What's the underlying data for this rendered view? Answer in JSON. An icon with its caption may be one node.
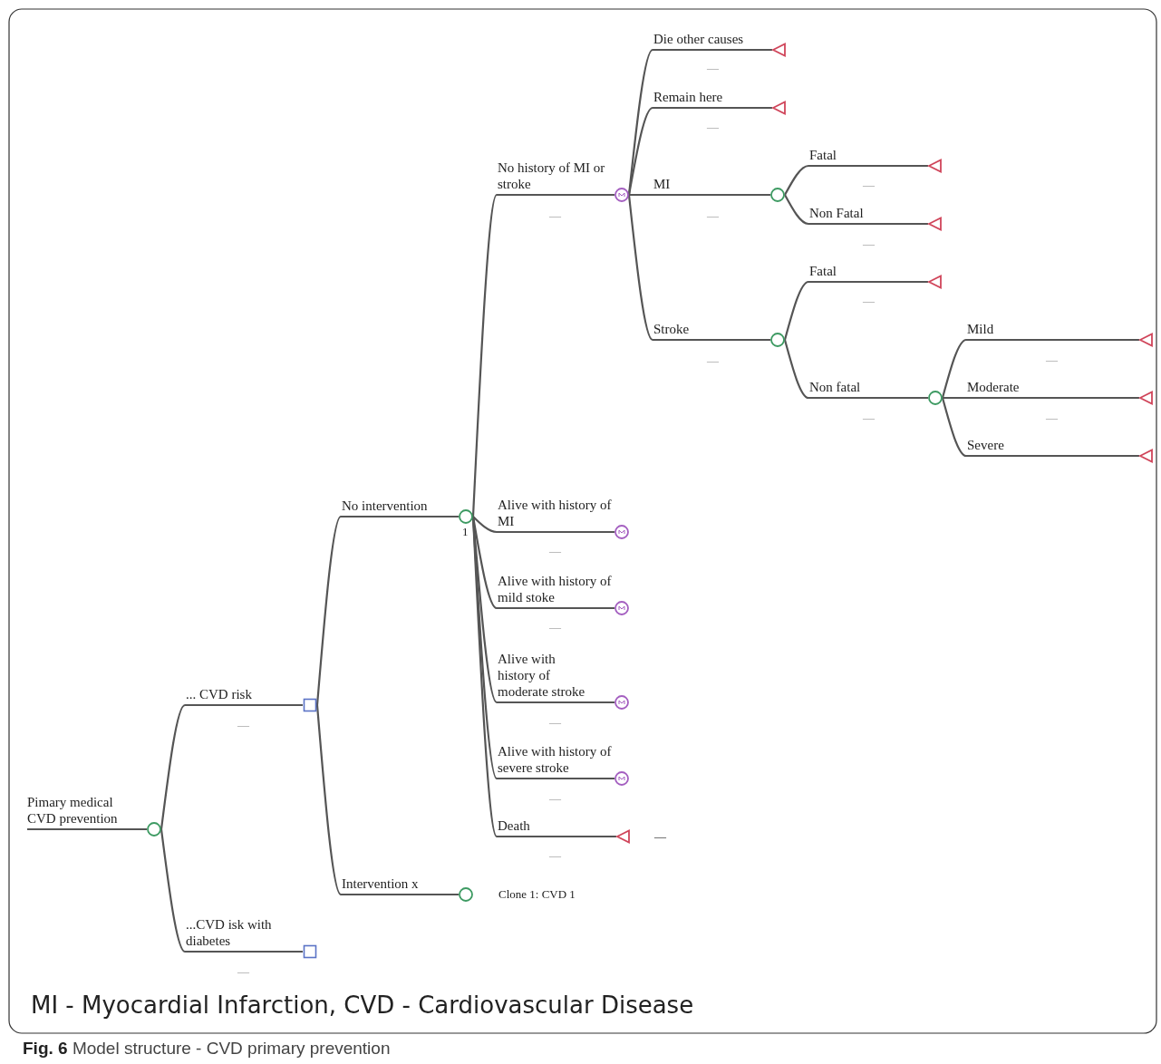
{
  "diagram": {
    "caption": "**Fig. 6** Model structure - CVD primary prevention",
    "nodes": [
      {
        "text": [],
        "shape": "circle"
      },
      {
        "text": [],
        "shape": "box"
      },
      {
        "text": [],
        "shape": "box"
      },
      {
        "text": [],
        "shape": "circle",
        "beside": [
          "1"
        ]
      },
      {
        "text": [],
        "shape": "circle",
        "beside": [
          "Clone 1: CVD 1"
        ]
      },
      {
        "text": [],
        "shape": "circle"
      },
      {
        "text": [],
        "shape": "circle"
      },
      {
        "text": [],
        "shape": "circle"
      },
      {
        "text": [],
        "shape": "circle"
      },
      {
        "text": [],
        "shape": "circle"
      },
      {
        "text": [],
        "shape": "triangle",
        "beside": [
          "—"
        ]
      },
      {
        "text": [],
        "shape": "triangle"
      },
      {
        "text": [],
        "shape": "triangle"
      },
      {
        "text": [],
        "shape": "circle"
      },
      {
        "text": [],
        "shape": "circle"
      },
      {
        "text": [],
        "shape": "triangle"
      },
      {
        "text": [],
        "shape": "triangle"
      },
      {
        "text": [],
        "shape": "triangle"
      },
      {
        "text": [],
        "shape": "circle"
      },
      {
        "text": [],
        "shape": "triangle"
      },
      {
        "text": [],
        "shape": "triangle"
      },
      {
        "text": [],
        "shape": "triangle"
      }
    ],
    "edges": [
      {
        "from": null,
        "to": 0,
        "arrow": "none",
        "label": "Pimary medical CVD prevention"
      },
      {
        "from": 0,
        "to": 1,
        "arrow": "none",
        "label": "... CVD risk"
      },
      {
        "from": 0,
        "to": 2,
        "arrow": "none",
        "label": "...CVD isk with diabetes"
      },
      {
        "from": 1,
        "to": 3,
        "arrow": "none",
        "label": "No intervention"
      },
      {
        "from": 1,
        "to": 4,
        "arrow": "none",
        "label": "Intervention x"
      },
      {
        "from": 3,
        "to": 5,
        "arrow": "none",
        "label": "No history of MI or stroke"
      },
      {
        "from": 3,
        "to": 6,
        "arrow": "none",
        "label": "Alive with history of MI"
      },
      {
        "from": 3,
        "to": 7,
        "arrow": "none",
        "label": "Alive with history of mild stoke"
      },
      {
        "from": 3,
        "to": 8,
        "arrow": "none",
        "label": "Alive with history of moderate stroke"
      },
      {
        "from": 3,
        "to": 9,
        "arrow": "none",
        "label": "Alive with history of severe stroke"
      },
      {
        "from": 3,
        "to": 10,
        "arrow": "none",
        "label": "Death"
      },
      {
        "from": 5,
        "to": 11,
        "arrow": "none",
        "label": "Die other causes"
      },
      {
        "from": 5,
        "to": 12,
        "arrow": "none",
        "label": "Remain here"
      },
      {
        "from": 5,
        "to": 13,
        "arrow": "none",
        "label": "MI"
      },
      {
        "from": 5,
        "to": 14,
        "arrow": "none",
        "label": "Stroke"
      },
      {
        "from": 13,
        "to": 15,
        "arrow": "none",
        "label": "Fatal"
      },
      {
        "from": 13,
        "to": 16,
        "arrow": "none",
        "label": "Non Fatal"
      },
      {
        "from": 14,
        "to": 17,
        "arrow": "none",
        "label": "Fatal"
      },
      {
        "from": 14,
        "to": 18,
        "arrow": "none",
        "label": "Non fatal"
      },
      {
        "from": 18,
        "to": 19,
        "arrow": "none",
        "label": "Mild"
      },
      {
        "from": 18,
        "to": 20,
        "arrow": "none",
        "label": "Moderate"
      },
      {
        "from": 18,
        "to": 21,
        "arrow": "none",
        "label": "Severe"
      }
    ],
    "labels": [
      "—",
      "—",
      "—",
      "—",
      "—",
      "—",
      "—",
      "—",
      "—",
      "—",
      "—",
      "—",
      "—",
      "—",
      "—",
      "—",
      "—",
      "—",
      "MI - Myocardial Infarction, CVD - Cardiovascular Disease"
    ]
  }
}
